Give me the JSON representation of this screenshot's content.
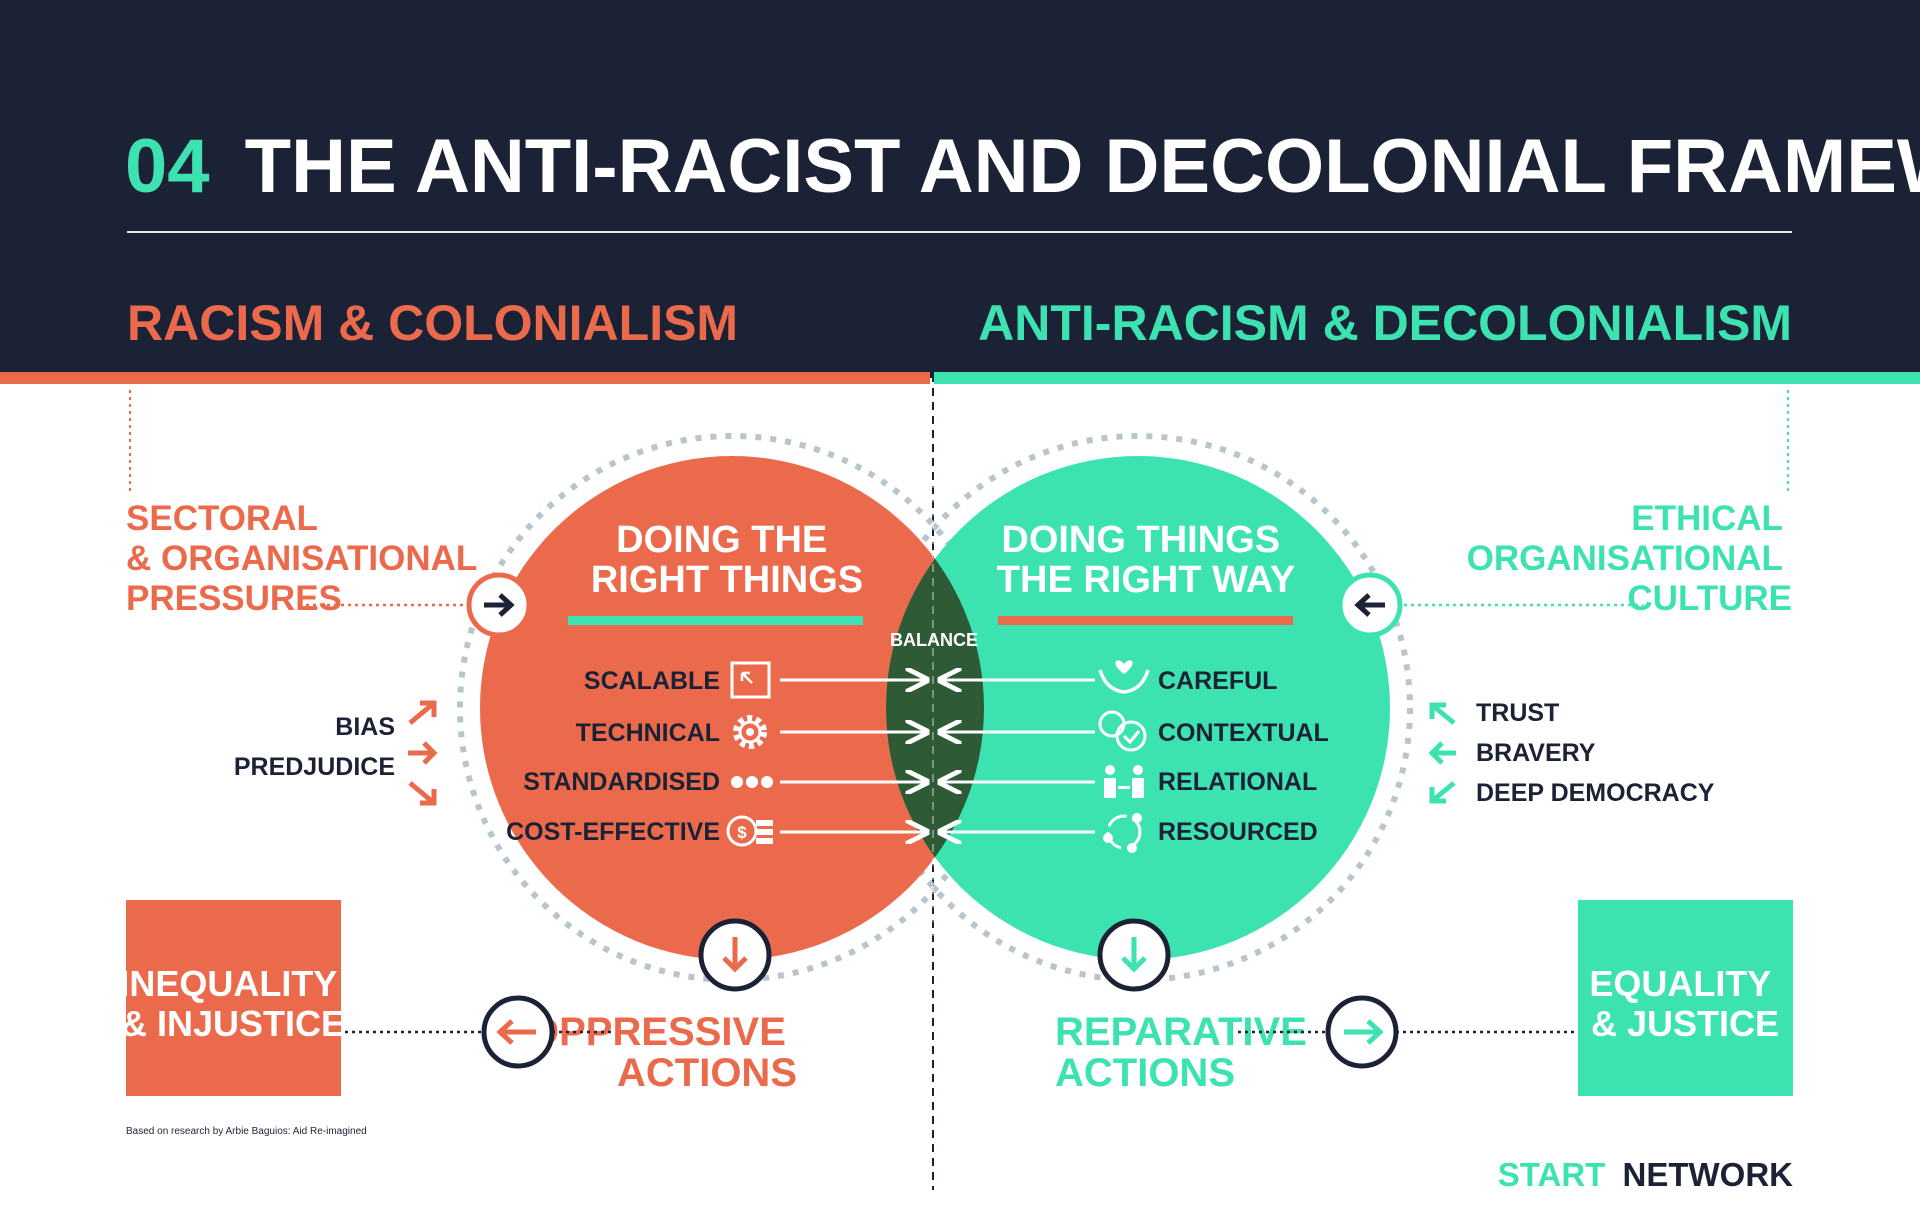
{
  "colors": {
    "navy": "#1c2235",
    "orange": "#ec6a4c",
    "green": "#3ce3b0",
    "dark_overlap": "#2f5a36",
    "white": "#ffffff"
  },
  "header": {
    "number": "04",
    "title": "THE ANTI-RACIST AND DECOLONIAL FRAMEWORK"
  },
  "left_section": {
    "heading": "RACISM & COLONIALISM",
    "pressures_lines": [
      "SECTORAL",
      "& ORGANISATIONAL",
      "PRESSURES"
    ],
    "influences": [
      "BIAS",
      "PREDJUDICE"
    ],
    "circle_title_lines": [
      "DOING THE",
      "RIGHT THINGS"
    ],
    "items": [
      "SCALABLE",
      "TECHNICAL",
      "STANDARDISED",
      "COST-EFFECTIVE"
    ],
    "item_icons": [
      "scale-arrow-icon",
      "gear-icon",
      "dots-icon",
      "coins-icon"
    ],
    "actions_lines": [
      "OPPRESSIVE",
      "ACTIONS"
    ],
    "outcome_lines": [
      "INEQUALITY",
      "& INJUSTICE"
    ]
  },
  "right_section": {
    "heading": "ANTI-RACISM & DECOLONIALISM",
    "culture_lines": [
      "ETHICAL",
      "ORGANISATIONAL",
      "CULTURE"
    ],
    "influences": [
      "TRUST",
      "BRAVERY",
      "DEEP DEMOCRACY"
    ],
    "circle_title_lines": [
      "DOING THINGS",
      "THE RIGHT WAY"
    ],
    "items": [
      "CAREFUL",
      "CONTEXTUAL",
      "RELATIONAL",
      "RESOURCED"
    ],
    "item_icons": [
      "heart-hands-icon",
      "speech-check-icon",
      "people-icon",
      "network-icon"
    ],
    "actions_lines": [
      "REPARATIVE",
      "ACTIONS"
    ],
    "outcome_lines": [
      "EQUALITY",
      "& JUSTICE"
    ]
  },
  "balance_label": "BALANCE",
  "footer": {
    "credit": "Based on research by Arbie Baguios: Aid Re-imagined",
    "logo_part1": "START",
    "logo_part2": "NETWORK"
  }
}
